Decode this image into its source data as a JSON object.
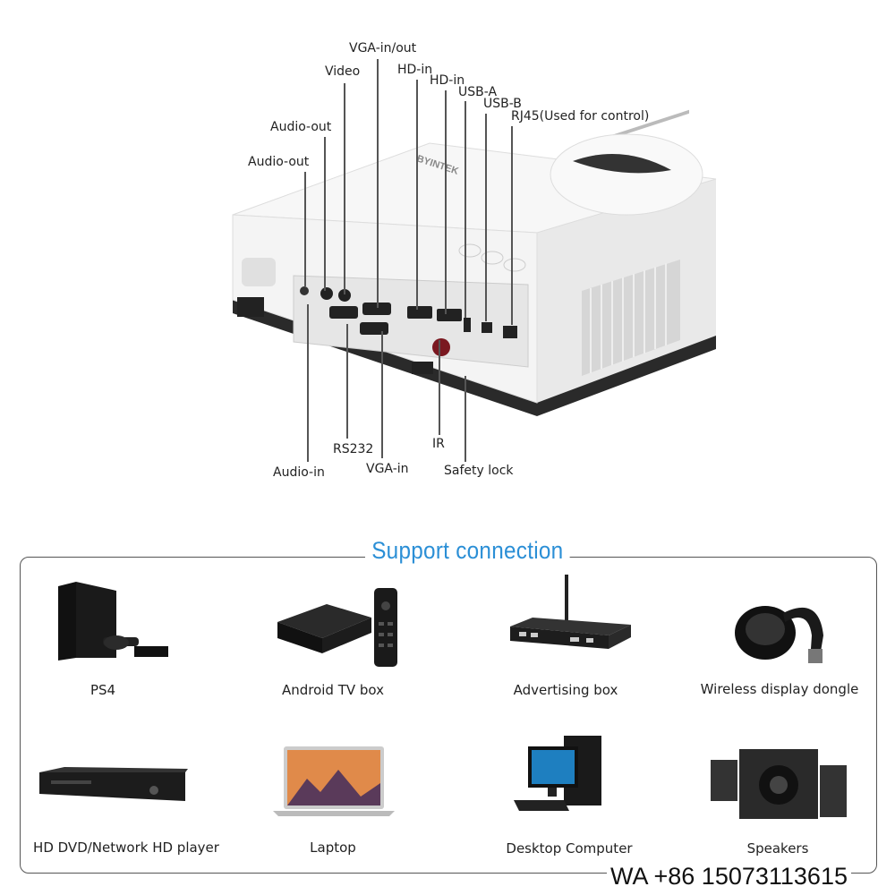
{
  "ports": {
    "top": [
      {
        "label": "VGA-in/out"
      },
      {
        "label": "Video"
      },
      {
        "label": "HD-in"
      },
      {
        "label": "HD-in"
      },
      {
        "label": "USB-A"
      },
      {
        "label": "USB-B"
      },
      {
        "label": "RJ45(Used for control)"
      },
      {
        "label": "Audio-out"
      },
      {
        "label": "Audio-out"
      }
    ],
    "bottom": [
      {
        "label": "RS232"
      },
      {
        "label": "IR"
      },
      {
        "label": "Audio-in"
      },
      {
        "label": "VGA-in"
      },
      {
        "label": "Safety lock"
      }
    ]
  },
  "product": {
    "brand_logo": "BYINTEK"
  },
  "support": {
    "title": "Support connection",
    "devices": [
      {
        "label": "PS4",
        "icon": "ps4-console-icon"
      },
      {
        "label": "Android TV box",
        "icon": "android-tv-box-icon"
      },
      {
        "label": "Advertising box",
        "icon": "advertising-box-icon"
      },
      {
        "label": "Wireless display dongle",
        "icon": "wireless-dongle-icon"
      },
      {
        "label": "HD DVD/Network HD player",
        "icon": "dvd-player-icon"
      },
      {
        "label": "Laptop",
        "icon": "laptop-icon"
      },
      {
        "label": "Desktop Computer",
        "icon": "desktop-computer-icon"
      },
      {
        "label": "Speakers",
        "icon": "speakers-icon"
      }
    ]
  },
  "watermark": {
    "text": "WA +86 15073113615"
  },
  "colors": {
    "accent": "#2b8fd6",
    "projector_body": "#f4f4f4",
    "projector_base": "#2a2a2a"
  }
}
